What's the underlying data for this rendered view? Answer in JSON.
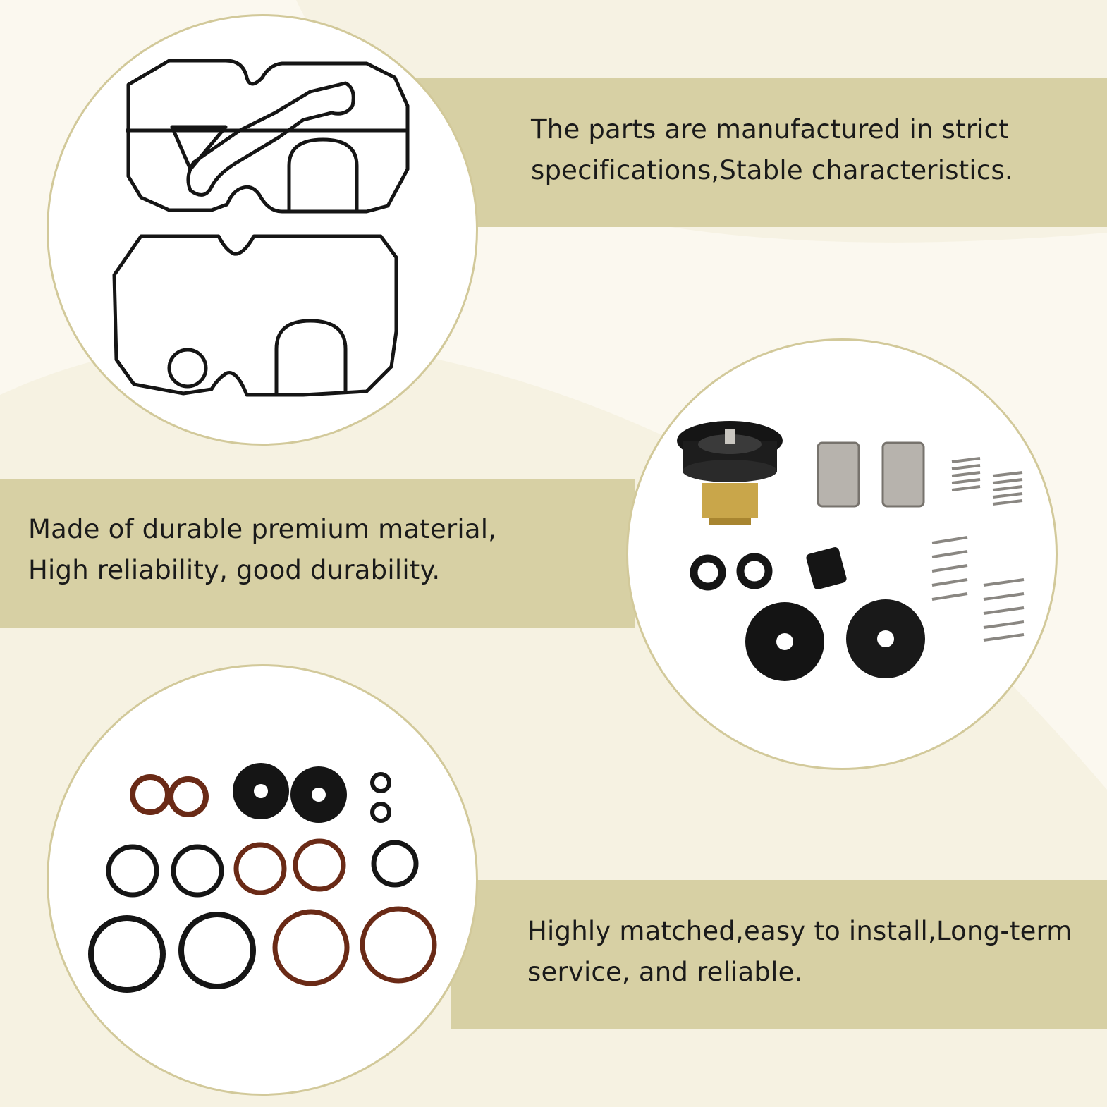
{
  "colors": {
    "page_background": "#fbf8ef",
    "band": "#d7d0a4",
    "circle_border": "#d2c99a",
    "text": "#1a1a1a",
    "rubber_black": "#151515",
    "rubber_brown": "#6a2a16",
    "steel": "#b7b3ad"
  },
  "features": [
    {
      "line1": "The parts are manufactured in strict",
      "line2": "specifications,Stable characteristics.",
      "image": "gasket-seals-photo"
    },
    {
      "line1": "Made of durable premium material,",
      "line2": "High reliability, good durability.",
      "image": "valve-parts-photo"
    },
    {
      "line1": "Highly matched,easy to install,Long-term",
      "line2": "service, and reliable.",
      "image": "o-rings-photo"
    }
  ]
}
